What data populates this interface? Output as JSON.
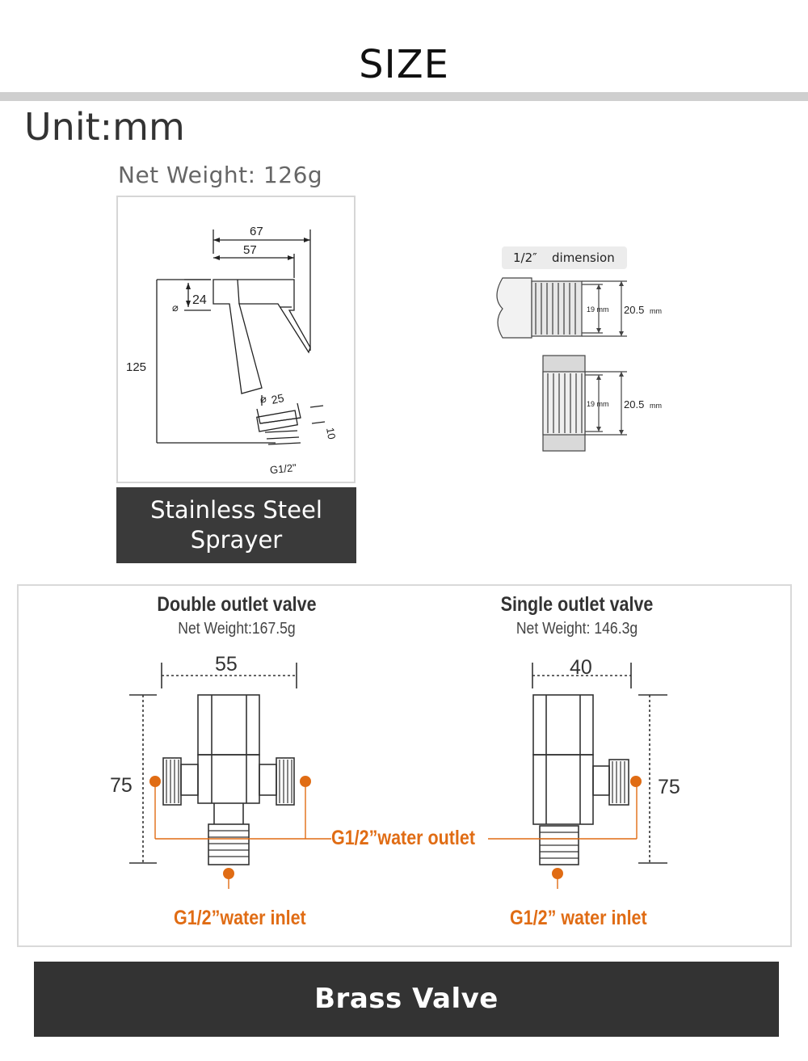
{
  "header": {
    "title": "SIZE",
    "unit": "Unit:mm"
  },
  "sprayer": {
    "net_weight": "Net Weight: 126g",
    "label_line1": "Stainless Steel",
    "label_line2": "Sprayer",
    "dims": {
      "outer_width": "67",
      "inner_width": "57",
      "height": "125",
      "head_dia": "24",
      "neck_dia": "25",
      "thread_len": "10",
      "thread": "G1/2\""
    }
  },
  "thread_dim": {
    "title_a": "1/2″",
    "title_b": "dimension",
    "inner": "19 mm",
    "outer": "20.5",
    "outer_unit": "mm"
  },
  "valves": {
    "double": {
      "title": "Double outlet valve",
      "weight": "Net Weight:167.5g",
      "width": "55",
      "height": "75",
      "inlet": "G1/2”water inlet"
    },
    "single": {
      "title": "Single outlet valve",
      "weight": "Net Weight: 146.3g",
      "width": "40",
      "height": "75",
      "inlet": "G1/2” water inlet"
    },
    "outlet_label": "G1/2”water outlet",
    "accent_color": "#e06c14"
  },
  "footer": {
    "label": "Brass Valve"
  }
}
